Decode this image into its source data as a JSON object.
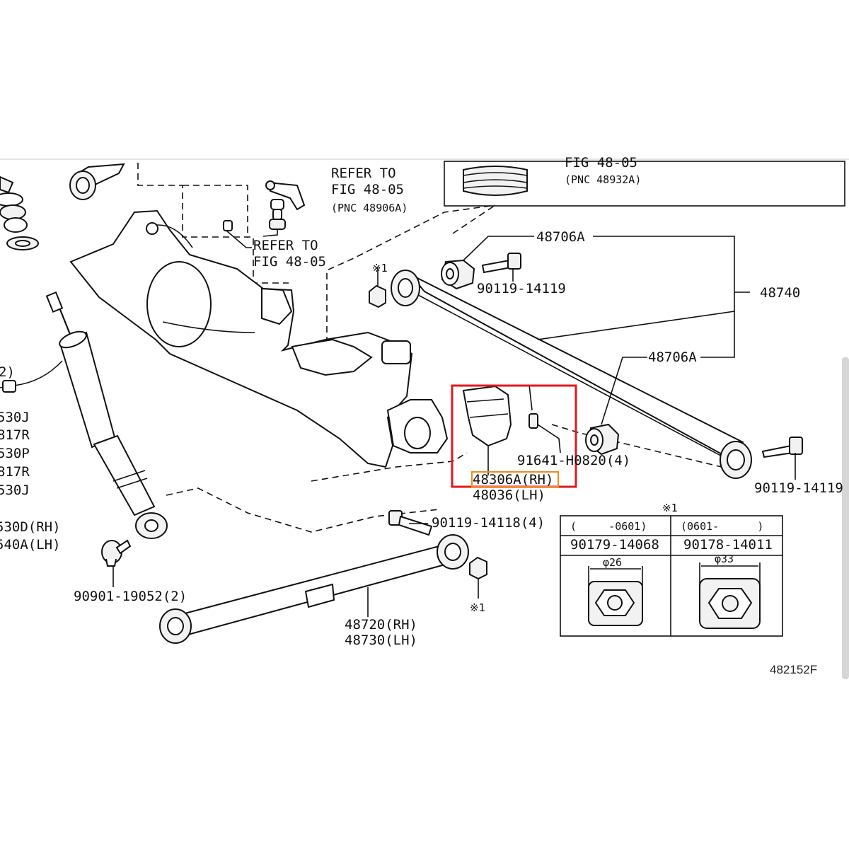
{
  "diagram": {
    "figure_code": "482152F",
    "refer_1": [
      "REFER TO",
      "FIG 48-05",
      "(PNC 48906A)"
    ],
    "refer_2": [
      "REFER TO",
      "FIG 48-05"
    ],
    "refer_3": [
      "FIG 48-05",
      "(PNC 48932A)"
    ],
    "left_labels": [
      "2)",
      "530J",
      "817R",
      "530P",
      "817R",
      "530J",
      "530D(RH)",
      "540A(LH)"
    ],
    "parts": {
      "p48706A_top": "48706A",
      "p48706A_mid": "48706A",
      "p48740": "48740",
      "p90119_top": "90119-14119",
      "p90119_right": "90119-14119",
      "p91641": "91641-H0820(4)",
      "p48306A": "48306A(RH)",
      "p48036": "48036(LH)",
      "p90119_14118": "90119-14118(4)",
      "p90901": "90901-19052(2)",
      "p48720": "48720(RH)",
      "p48730": "48730(LH)",
      "note_mark": "※1"
    },
    "inset_table": {
      "title": "※1",
      "columns": [
        {
          "range": "(     -0601)",
          "part": "90179-14068",
          "diameter": "φ26"
        },
        {
          "range": "(0601-      )",
          "part": "90178-14011",
          "diameter": "φ33"
        }
      ]
    },
    "highlight_colors": {
      "red_box": "#e0191b",
      "orange_box": "#f08a1c"
    }
  }
}
